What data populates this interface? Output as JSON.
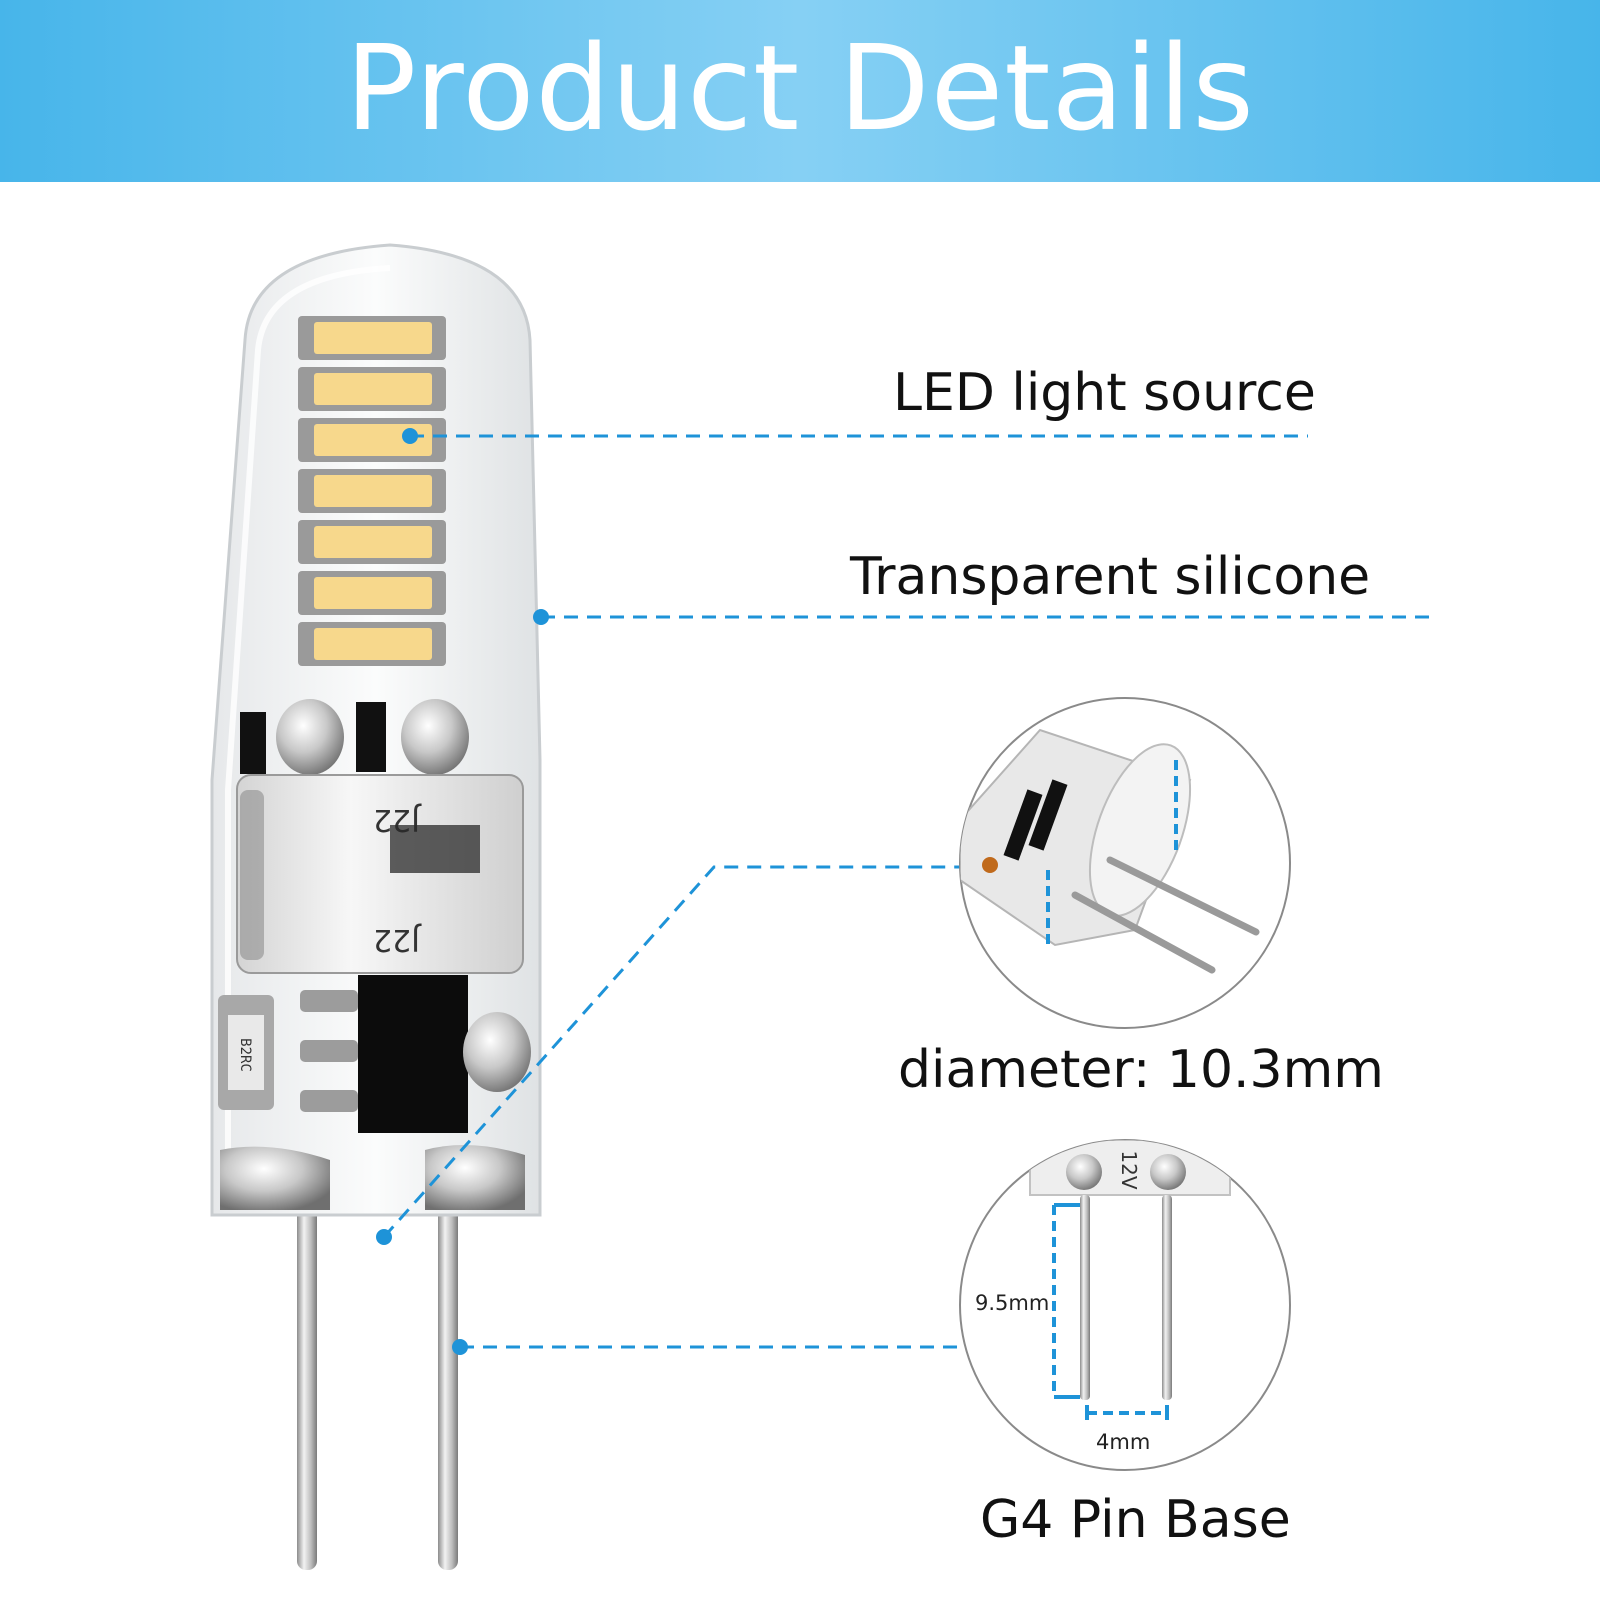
{
  "header": {
    "title": "Product Details"
  },
  "callouts": {
    "led_light_source": "LED light source",
    "transparent_silicone": "Transparent silicone",
    "diameter": "diameter: 10.3mm",
    "pin_base": "G4 Pin Base"
  },
  "dimensions": {
    "pin_length": "9.5mm",
    "pin_spacing": "4mm"
  },
  "printed_markings": {
    "resistor": "B2RC",
    "capacitor": [
      "J22",
      "J22"
    ],
    "base_label": "12V"
  },
  "colors": {
    "header_blue": "#47b5ea",
    "accent_blue": "#1e93d8",
    "led_yellow": "#f7d88c"
  }
}
